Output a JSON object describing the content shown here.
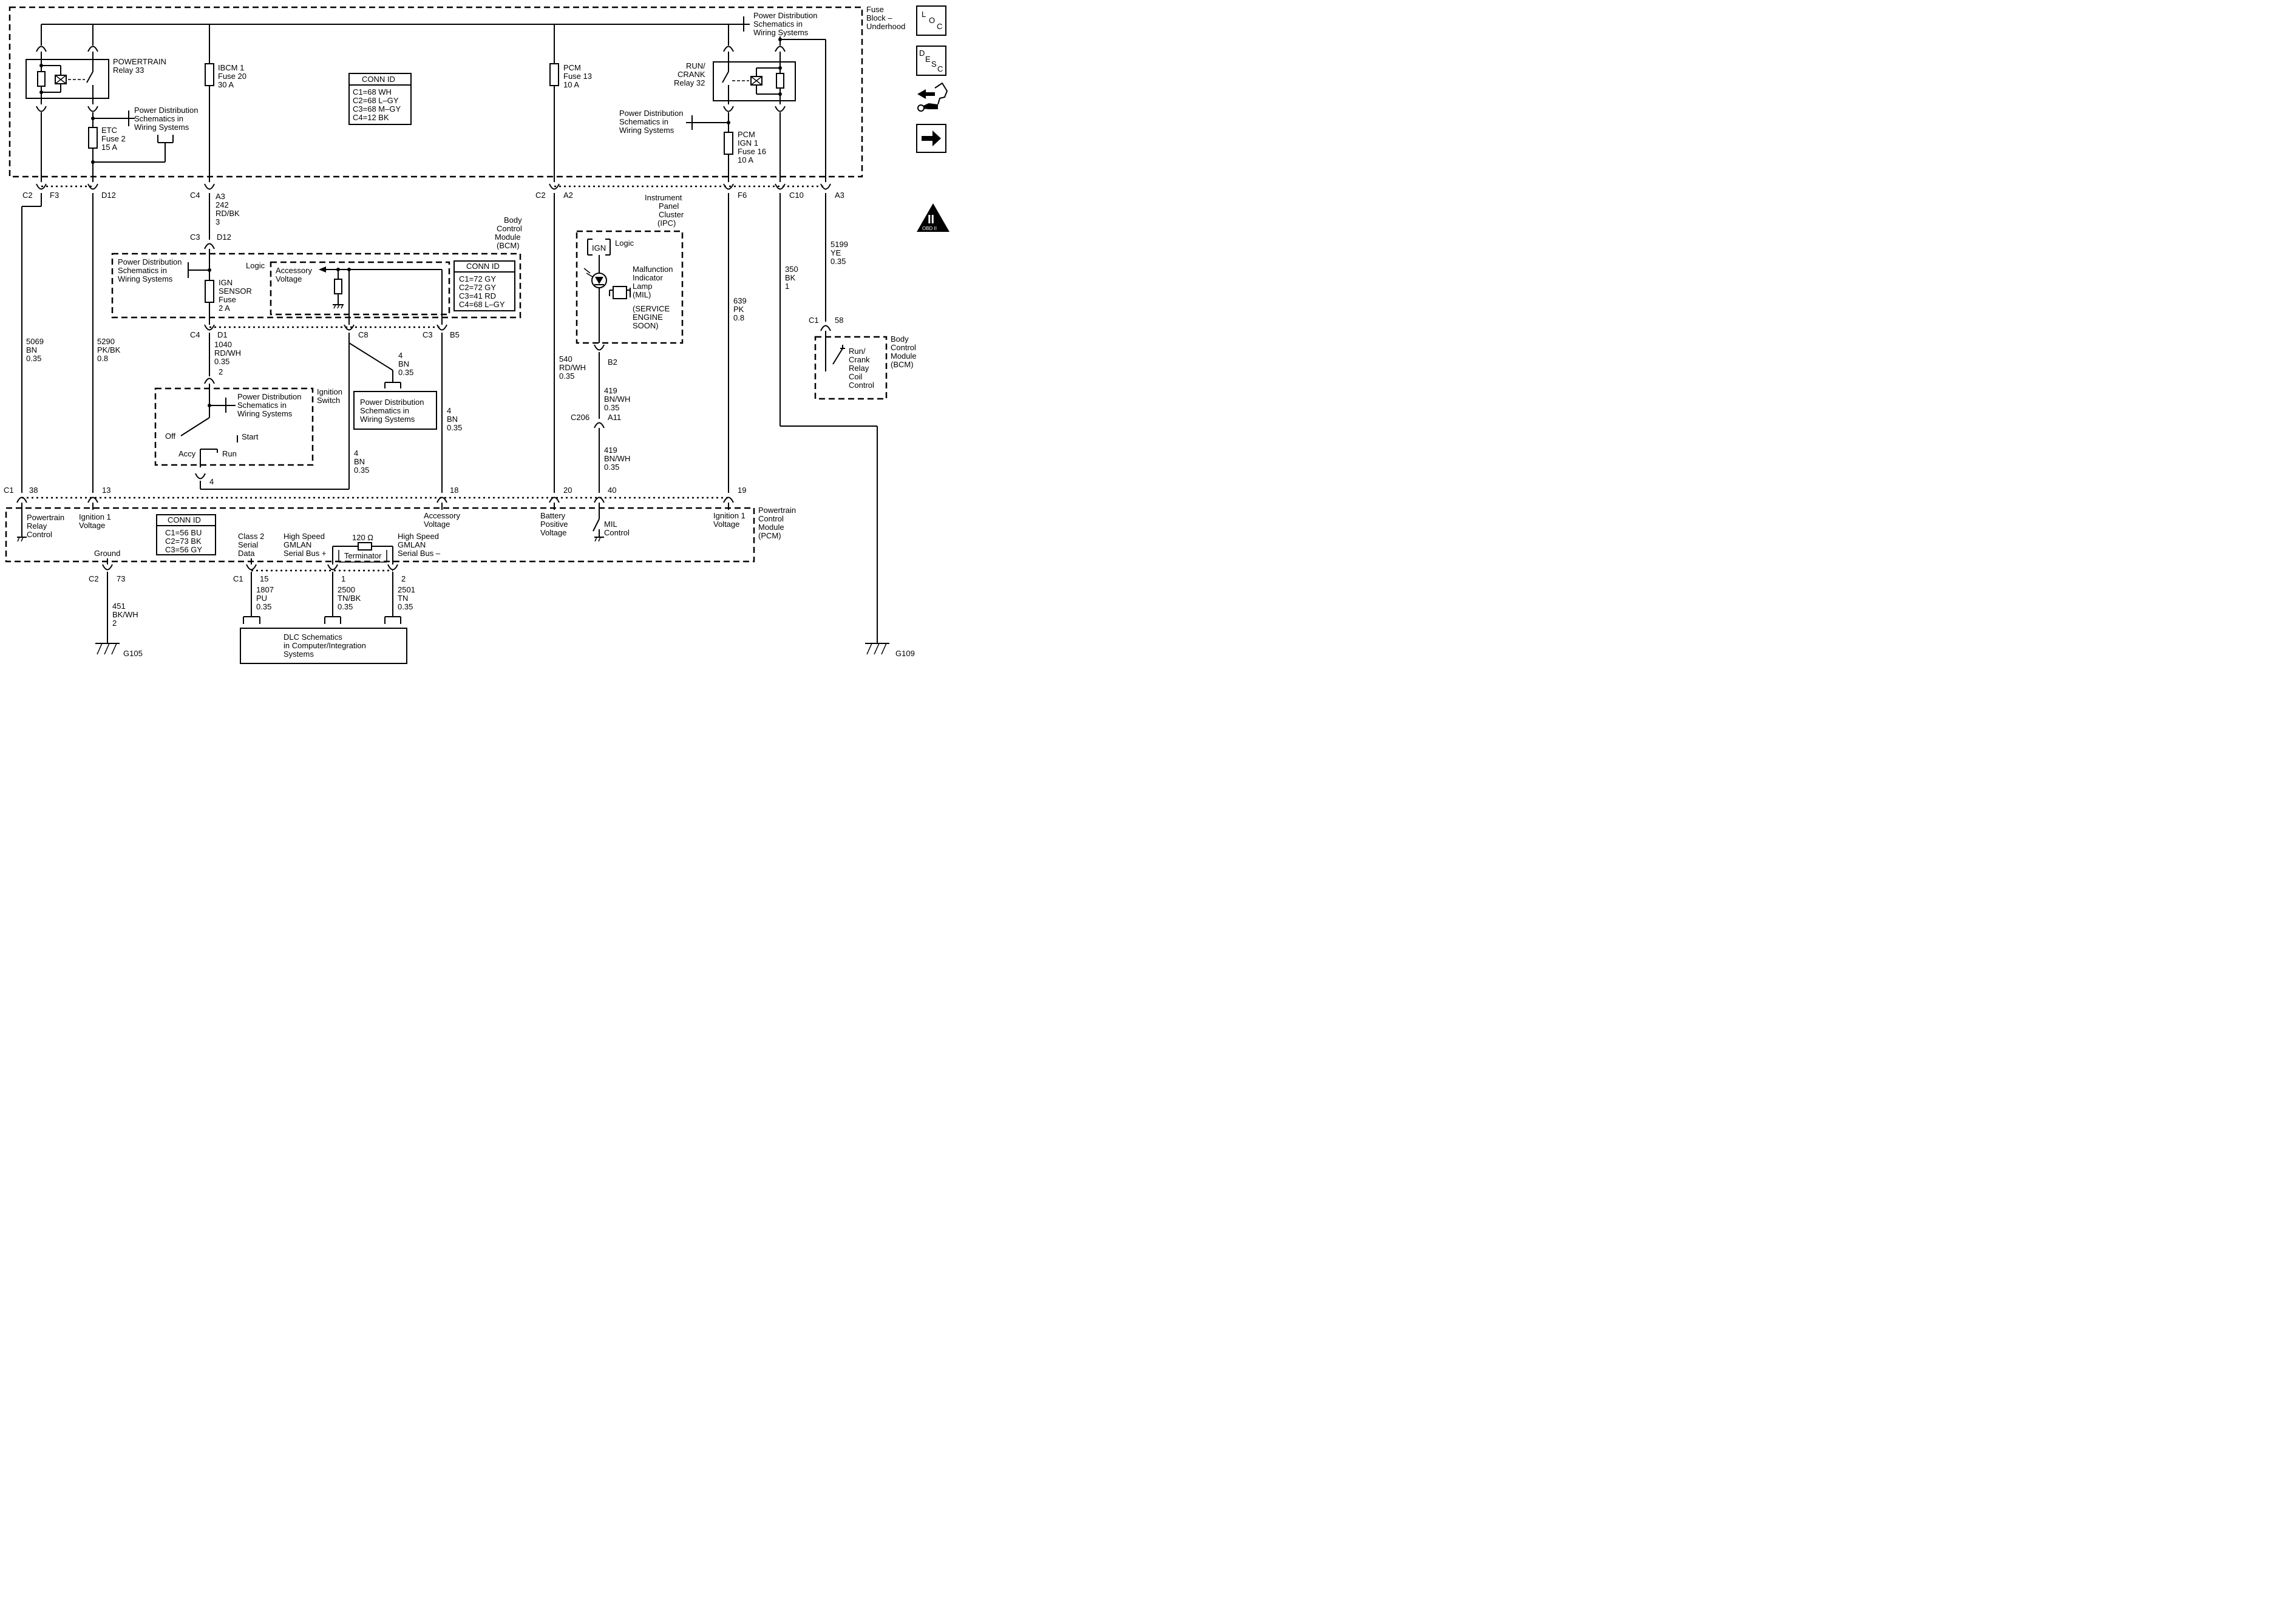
{
  "labels": {
    "fuse_block": [
      "Fuse",
      "Block –",
      "Underhood"
    ],
    "pd_top_right": [
      "Power Distribution",
      "Schematics in",
      "Wiring Systems"
    ],
    "powertrain_relay": [
      "POWERTRAIN",
      "Relay 33"
    ],
    "pd_etc": [
      "Power Distribution",
      "Schematics in",
      "Wiring Systems"
    ],
    "etc_fuse": [
      "ETC",
      "Fuse 2",
      "15 A"
    ],
    "ibcm_fuse": [
      "IBCM 1",
      "Fuse 20",
      "30 A"
    ],
    "conn_top": [
      "CONN ID",
      "C1=68 WH",
      "C2=68 L–GY",
      "C3=68 M–GY",
      "C4=12 BK"
    ],
    "pcm_fuse13": [
      "PCM",
      "Fuse 13",
      "10 A"
    ],
    "run_crank_relay": [
      "RUN/",
      "CRANK",
      "Relay 32"
    ],
    "pd_run_crank": [
      "Power Distribution",
      "Schematics in",
      "Wiring Systems"
    ],
    "pcm_ign1_fuse": [
      "PCM",
      "IGN 1",
      "Fuse 16",
      "10 A"
    ],
    "top_connectors": {
      "c2_left": "C2",
      "f3": "F3",
      "d12": "D12",
      "c4": "C4",
      "a3": "A3",
      "c2_mid": "C2",
      "a2": "A2",
      "f6": "F6",
      "c10": "C10",
      "a3_right": "A3"
    },
    "wire_242": [
      "242",
      "RD/BK",
      "3"
    ],
    "c3": "C3",
    "d12_bcm": "D12",
    "bcm_title": [
      "Body",
      "Control",
      "Module",
      "(BCM)"
    ],
    "pd_bcm": [
      "Power Distribution",
      "Schematics in",
      "Wiring Systems"
    ],
    "ign_sensor_fuse": [
      "IGN",
      "SENSOR",
      "Fuse",
      "2 A"
    ],
    "logic": "Logic",
    "accessory_voltage": [
      "Accessory",
      "Voltage"
    ],
    "conn_bcm": [
      "CONN ID",
      "C1=72 GY",
      "C2=72 GY",
      "C3=41 RD",
      "C4=68 L–GY"
    ],
    "ipc_title": [
      "Instrument",
      "Panel",
      "Cluster",
      "(IPC)"
    ],
    "ign_box": "IGN",
    "ipc_logic": "Logic",
    "mil_label": [
      "Malfunction",
      "Indicator",
      "Lamp",
      "(MIL)"
    ],
    "service_engine": [
      "(SERVICE",
      "ENGINE",
      "SOON)"
    ],
    "wire_5199": [
      "5199",
      "YE",
      "0.35"
    ],
    "wire_350": [
      "350",
      "BK",
      "1"
    ],
    "wire_639": [
      "639",
      "PK",
      "0.8"
    ],
    "c1_58": [
      "C1",
      "58"
    ],
    "bcm_right_title": [
      "Body",
      "Control",
      "Module",
      "(BCM)"
    ],
    "run_crank_coil": [
      "Run/",
      "Crank",
      "Relay",
      "Coil",
      "Control"
    ],
    "wire_5069": [
      "5069",
      "BN",
      "0.35"
    ],
    "wire_5290": [
      "5290",
      "PK/BK",
      "0.8"
    ],
    "c4_d1": [
      "C4",
      "D1"
    ],
    "wire_1040": [
      "1040",
      "RD/WH",
      "0.35"
    ],
    "c8": "C8",
    "c3_b5": [
      "C3",
      "B5"
    ],
    "wire_4bn_pd": [
      "4",
      "BN",
      "0.35"
    ],
    "pd_box": [
      "Power Distribution",
      "Schematics in",
      "Wiring Systems"
    ],
    "wire_540": [
      "540",
      "RD/WH",
      "0.35"
    ],
    "b2": "B2",
    "wire_419a": [
      "419",
      "BN/WH",
      "0.35"
    ],
    "c206": "C206",
    "a11": "A11",
    "wire_419b": [
      "419",
      "BN/WH",
      "0.35"
    ],
    "pin2": "2",
    "ignition_switch": [
      "Ignition",
      "Switch"
    ],
    "pd_ign": [
      "Power Distribution",
      "Schematics in",
      "Wiring Systems"
    ],
    "off": "Off",
    "start": "Start",
    "accy": "Accy",
    "run": "Run",
    "pin4": "4",
    "wire_4bn_mid": [
      "4",
      "BN",
      "0.35"
    ],
    "wire_4bn_low": [
      "4",
      "BN",
      "0.35"
    ],
    "pcm_pins": {
      "c1": "C1",
      "p38": "38",
      "p13": "13",
      "p18": "18",
      "p20": "20",
      "p40": "40",
      "p19": "19"
    },
    "pcm_title": [
      "Powertrain",
      "Control",
      "Module",
      "(PCM)"
    ],
    "powertrain_relay_control": [
      "Powertrain",
      "Relay",
      "Control"
    ],
    "ignition1_voltage_left": [
      "Ignition 1",
      "Voltage"
    ],
    "conn_pcm": [
      "CONN ID",
      "C1=56 BU",
      "C2=73 BK",
      "C3=56 GY"
    ],
    "accessory_voltage_pcm": [
      "Accessory",
      "Voltage"
    ],
    "battery_positive": [
      "Battery",
      "Positive",
      "Voltage"
    ],
    "mil_control": [
      "MIL",
      "Control"
    ],
    "ignition1_voltage_right": [
      "Ignition 1",
      "Voltage"
    ],
    "ground": "Ground",
    "class2": [
      "Class 2",
      "Serial",
      "Data"
    ],
    "gmlan_plus": [
      "High Speed",
      "GMLAN",
      "Serial Bus +"
    ],
    "ohm120": "120 Ω",
    "terminator": "Terminator",
    "gmlan_minus": [
      "High Speed",
      "GMLAN",
      "Serial Bus –"
    ],
    "c2_73": [
      "C2",
      "73"
    ],
    "c1_15": [
      "C1",
      "15"
    ],
    "pin1": "1",
    "pin2b": "2",
    "wire_451": [
      "451",
      "BK/WH",
      "2"
    ],
    "wire_1807": [
      "1807",
      "PU",
      "0.35"
    ],
    "wire_2500": [
      "2500",
      "TN/BK",
      "0.35"
    ],
    "wire_2501": [
      "2501",
      "TN",
      "0.35"
    ],
    "dlc": [
      "DLC Schematics",
      "in Computer/Integration",
      "Systems"
    ],
    "g105": "G105",
    "g109": "G109"
  },
  "side_icons": {
    "loc": [
      "L",
      "O",
      "C"
    ],
    "desc": [
      "D",
      "E",
      "S",
      "C"
    ],
    "obd": "OBD II",
    "obd_numeral": "II"
  }
}
